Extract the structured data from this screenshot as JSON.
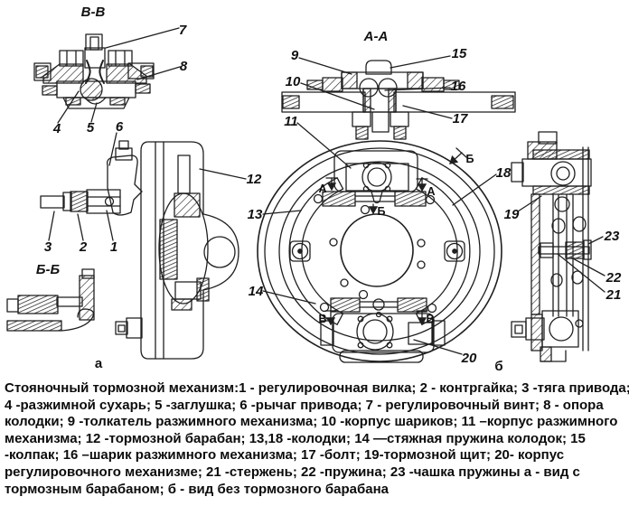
{
  "figure": {
    "views": {
      "section_vv": "В-В",
      "section_aa": "А-А",
      "section_bb": "Б-Б",
      "view_a": "а",
      "view_b": "б"
    },
    "markers": {
      "a_left": "А",
      "a_right": "А",
      "b_center": "Б",
      "b_view_arrow": "Б",
      "v_left": "В",
      "v_right": "В"
    },
    "callouts": {
      "c1": "1",
      "c2": "2",
      "c3": "3",
      "c4": "4",
      "c5": "5",
      "c6": "6",
      "c7": "7",
      "c8": "8",
      "c9": "9",
      "c10": "10",
      "c11": "11",
      "c12": "12",
      "c13": "13",
      "c14": "14",
      "c15": "15",
      "c16": "16",
      "c17": "17",
      "c18": "18",
      "c19": "19",
      "c20": "20",
      "c21": "21",
      "c22": "22",
      "c23": "23"
    }
  },
  "caption": {
    "lines": [
      "Стояночный тормозной механизм:1 - регулировочная вилка; 2 - контргайка; 3 -тяга привода;",
      "4 -разжимной сухарь; 5 -заглушка; 6 -рычаг привода; 7 - регулировочный винт; 8 - опора",
      "колодки; 9 -толкатель разжимного механизма; 10 -корпус шариков; 11 –корпус разжимного",
      "механизма; 12 -тормозной барабан; 13,18 -колодки; 14 —стяжная пружина колодок; 15",
      "-колпак; 16 –шарик разжимного механизма; 17 -болт; 19-тормозной щит; 20- корпус",
      "регулировочного механизме; 21 -стержень; 22 -пружина; 23 -чашка пружины а - вид с",
      "тормозным барабаном; б - вид без тормозного барабана"
    ]
  }
}
